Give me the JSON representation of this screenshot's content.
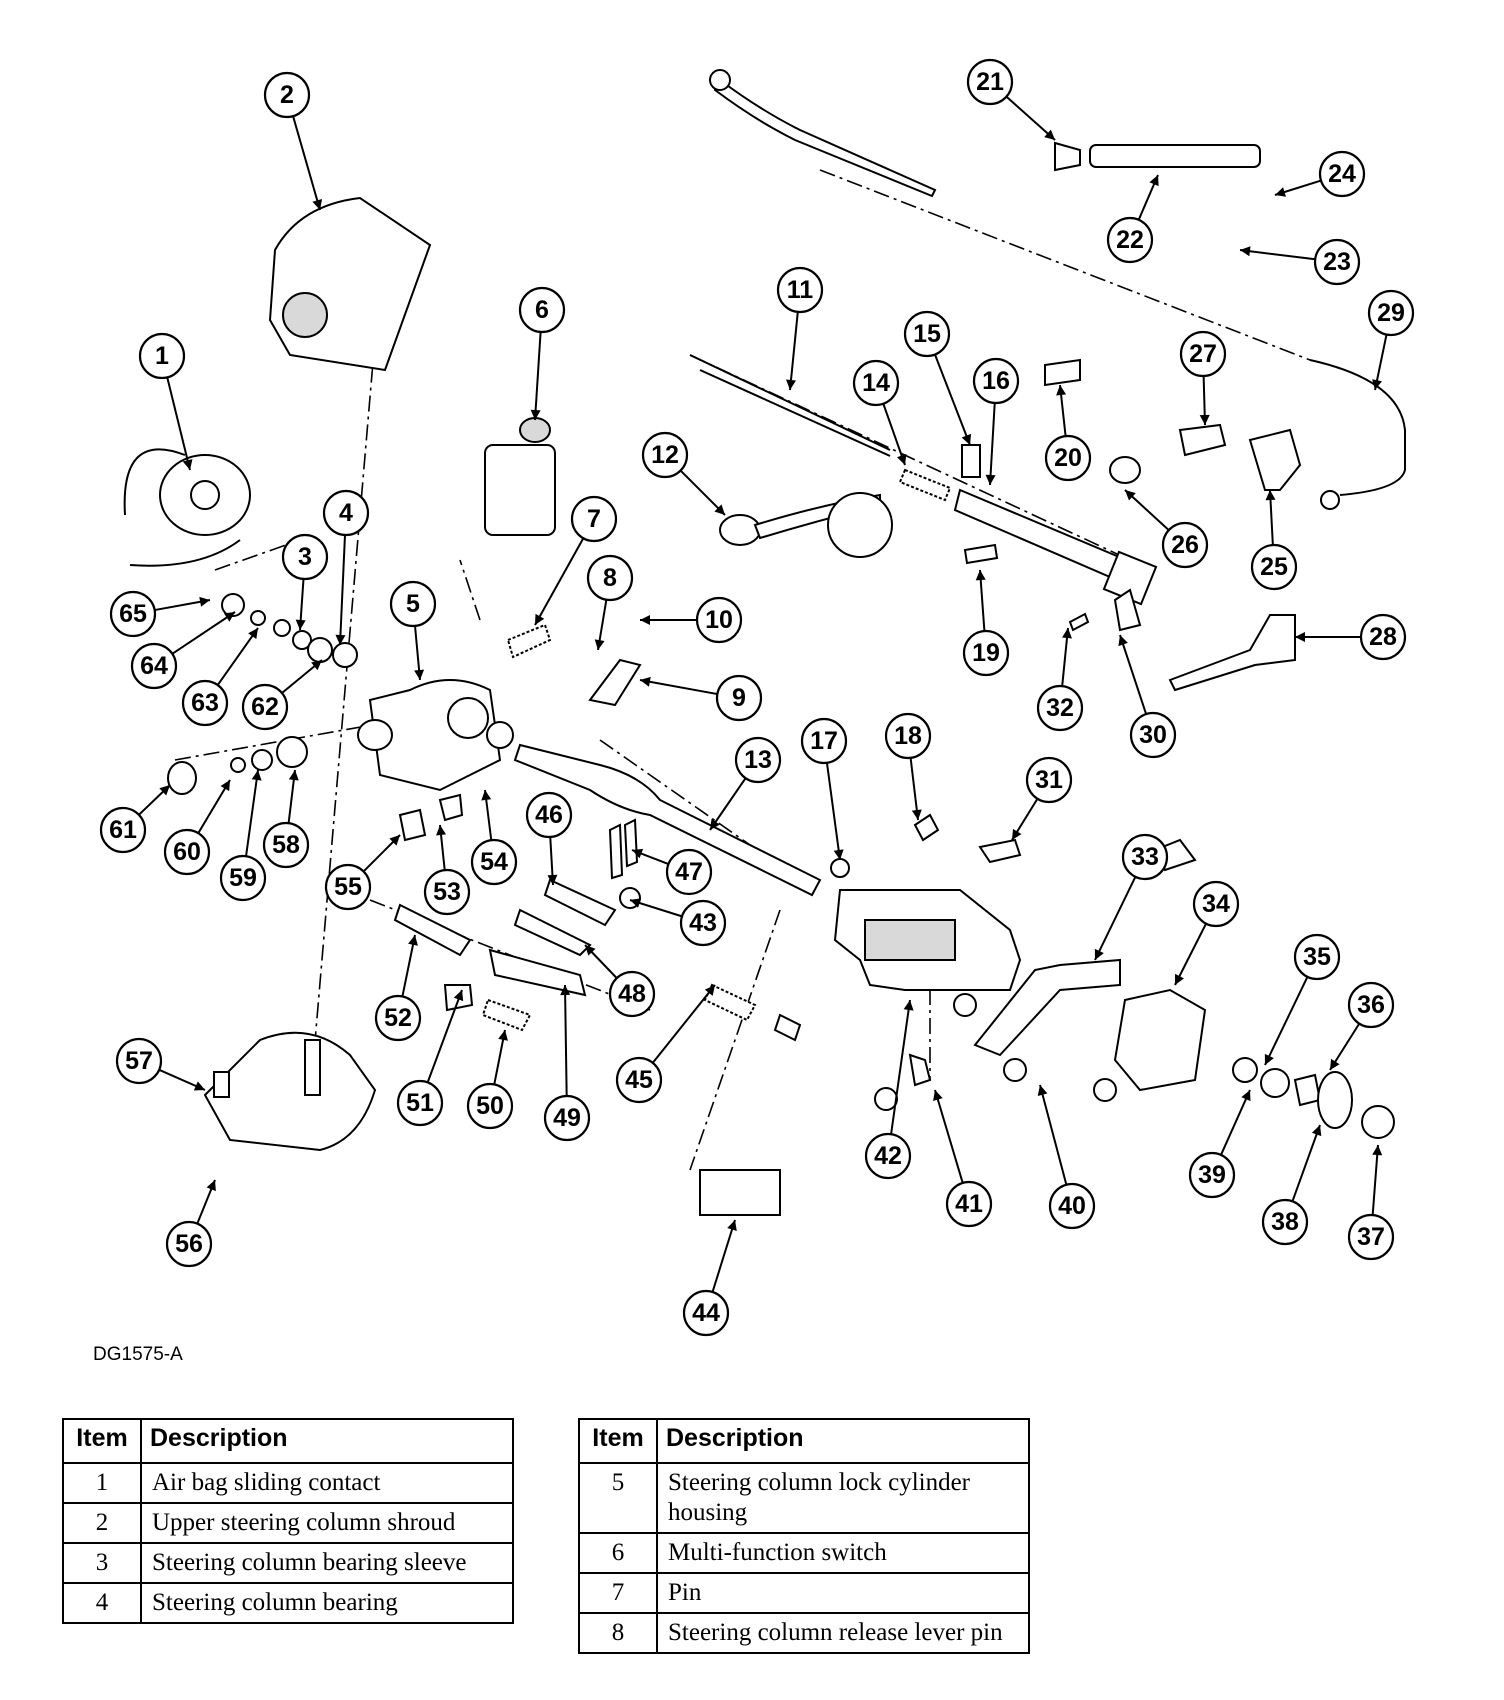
{
  "figure_code": "DG1575-A",
  "callouts": [
    "1",
    "2",
    "3",
    "4",
    "5",
    "6",
    "7",
    "8",
    "9",
    "10",
    "11",
    "12",
    "13",
    "14",
    "15",
    "16",
    "17",
    "18",
    "19",
    "20",
    "21",
    "22",
    "23",
    "24",
    "25",
    "26",
    "27",
    "28",
    "29",
    "30",
    "31",
    "32",
    "33",
    "34",
    "35",
    "36",
    "37",
    "38",
    "39",
    "40",
    "41",
    "42",
    "43",
    "44",
    "45",
    "46",
    "47",
    "48",
    "49",
    "50",
    "51",
    "52",
    "53",
    "54",
    "55",
    "56",
    "57",
    "58",
    "59",
    "60",
    "61",
    "62",
    "63",
    "64",
    "65"
  ],
  "tables": [
    {
      "headers": {
        "item": "Item",
        "description": "Description"
      },
      "rows": [
        {
          "item": "1",
          "description": "Air bag sliding contact"
        },
        {
          "item": "2",
          "description": "Upper steering column shroud"
        },
        {
          "item": "3",
          "description": "Steering column bearing sleeve"
        },
        {
          "item": "4",
          "description": "Steering column bearing"
        }
      ]
    },
    {
      "headers": {
        "item": "Item",
        "description": "Description"
      },
      "rows": [
        {
          "item": "5",
          "description": "Steering column lock cylinder housing"
        },
        {
          "item": "6",
          "description": "Multi-function switch"
        },
        {
          "item": "7",
          "description": "Pin"
        },
        {
          "item": "8",
          "description": "Steering column release lever pin"
        }
      ]
    }
  ]
}
